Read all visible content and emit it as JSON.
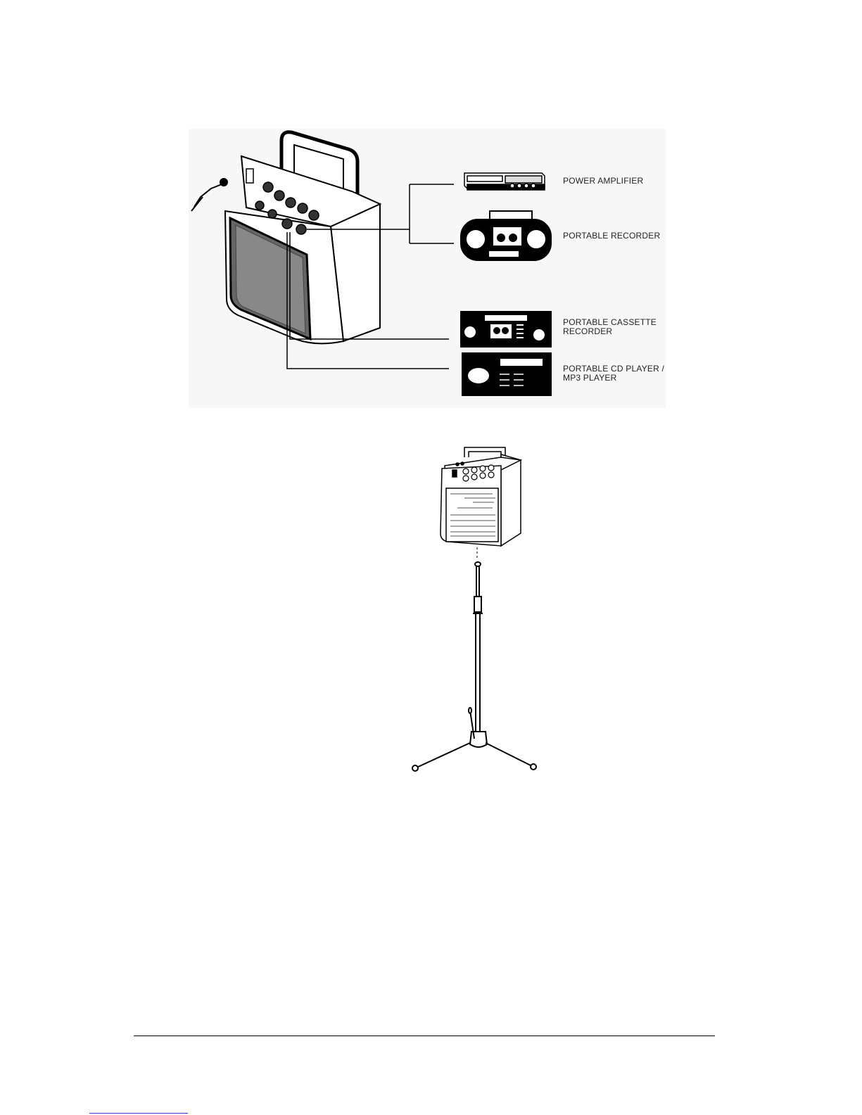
{
  "labels": {
    "power_amplifier": "POWER AMPLIFIER",
    "portable_recorder": "PORTABLE RECORDER",
    "cassette_line1": "PORTABLE CASSETTE",
    "cassette_line2": "RECORDER",
    "cd_line1": "PORTABLE CD PLAYER /",
    "cd_line2": "MP3 PLAYER"
  },
  "colors": {
    "ink": "#000000",
    "paper": "#ffffff",
    "footer_link": "#3333cc"
  }
}
